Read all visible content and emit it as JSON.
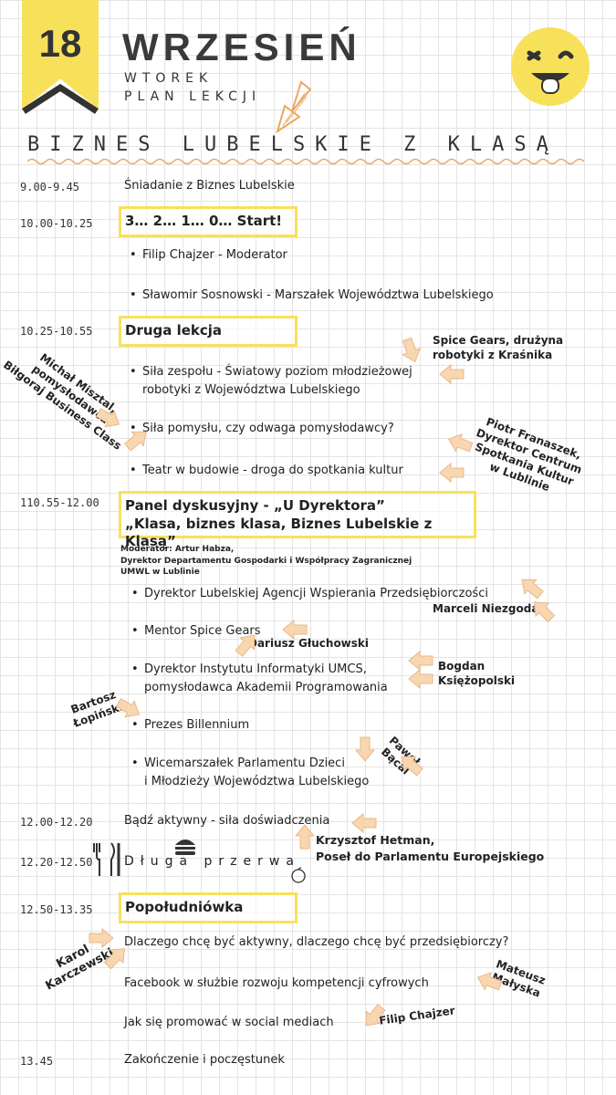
{
  "header": {
    "day_number": "18",
    "month": "WRZESIEŃ",
    "weekday": "WTOREK",
    "plan": "PLAN LEKCJI",
    "headline": "BIZNES LUBELSKIE Z KLASĄ"
  },
  "schedule": {
    "s1": {
      "time": "9.00-9.45",
      "title": "Śniadanie z Biznes Lubelskie"
    },
    "s2": {
      "time": "10.00-10.25",
      "title": "3… 2… 1… 0… Start!",
      "bullets": [
        "Filip Chajzer - Moderator",
        "Sławomir Sosnowski - Marszałek Województwa Lubelskiego"
      ]
    },
    "s3": {
      "time": "10.25-10.55",
      "title": "Druga lekcja",
      "bullets": [
        "Siła zespołu - Światowy poziom młodzieżowej robotyki z Województwa Lubelskiego",
        "Siła pomysłu, czy odwaga pomysłodawcy?",
        "Teatr w budowie - droga do spotkania kultur"
      ]
    },
    "s4": {
      "time": "110.55-12.00",
      "title_line1": "Panel dyskusyjny - „U Dyrektora”",
      "title_line2": "„Klasa, biznes klasa, Biznes Lubelskie z Klasą”",
      "moderator": "Moderator: Artur Habza,",
      "moderator_role": "Dyrektor Departamentu Gospodarki i Współpracy Zagranicznej",
      "moderator_org": "UMWL w Lublinie",
      "bullets": [
        "Dyrektor Lubelskiej Agencji Wspierania Przedsiębiorczości",
        "Mentor Spice Gears",
        "Dyrektor Instytutu Informatyki UMCS,",
        "pomysłodawca Akademii Programowania",
        "Prezes Billennium",
        "Wicemarszałek Parlamentu Dzieci",
        "i Młodzieży Województwa Lubelskiego"
      ]
    },
    "s5": {
      "time": "12.00-12.20",
      "title": "Bądź aktywny - siła doświadczenia"
    },
    "s6": {
      "time": "12.20-12.50",
      "title": "Długa przerwa"
    },
    "s7": {
      "time": "12.50-13.35",
      "title": "Popołudniówka",
      "items": [
        "Dlaczego chcę być aktywny, dlaczego chcę być przedsiębiorczy?",
        "Facebook w służbie rozwoju kompetencji cyfrowych",
        "Jak się promować w social mediach"
      ]
    },
    "s8": {
      "time": "13.45",
      "title": "Zakończenie i poczęstunek"
    }
  },
  "annotations": {
    "spice_gears_1": "Spice Gears, drużyna",
    "spice_gears_2": "robotyki z Kraśnika",
    "miszta_1": "Michał Misztal,",
    "miszta_2": "pomysłodawca",
    "miszta_3": "Biłgoraj Business Class",
    "franaszek_1": "Piotr Franaszek,",
    "franaszek_2": "Dyrektor Centrum",
    "franaszek_3": "Spotkania Kultur",
    "franaszek_4": "w Lublinie",
    "niezgoda": "Marceli Niezgoda",
    "gluchowski": "Dariusz Głuchowski",
    "ksiezopolski_1": "Bogdan",
    "ksiezopolski_2": "Księżopolski",
    "lopinski_1": "Bartosz",
    "lopinski_2": "Łopiński",
    "bacal_1": "Paweł",
    "bacal_2": "Bącal",
    "hetman_1": "Krzysztof Hetman,",
    "hetman_2": "Poseł do Parlamentu Europejskiego",
    "karczewski_1": "Karol",
    "karczewski_2": "Karczewski",
    "malyska_1": "Mateusz",
    "malyska_2": "Małyska",
    "chajzer": "Filip Chajzer"
  },
  "colors": {
    "accent": "#f7e15b",
    "arrow": "#f8d6b0",
    "arrow_stroke": "#e9b88a"
  }
}
